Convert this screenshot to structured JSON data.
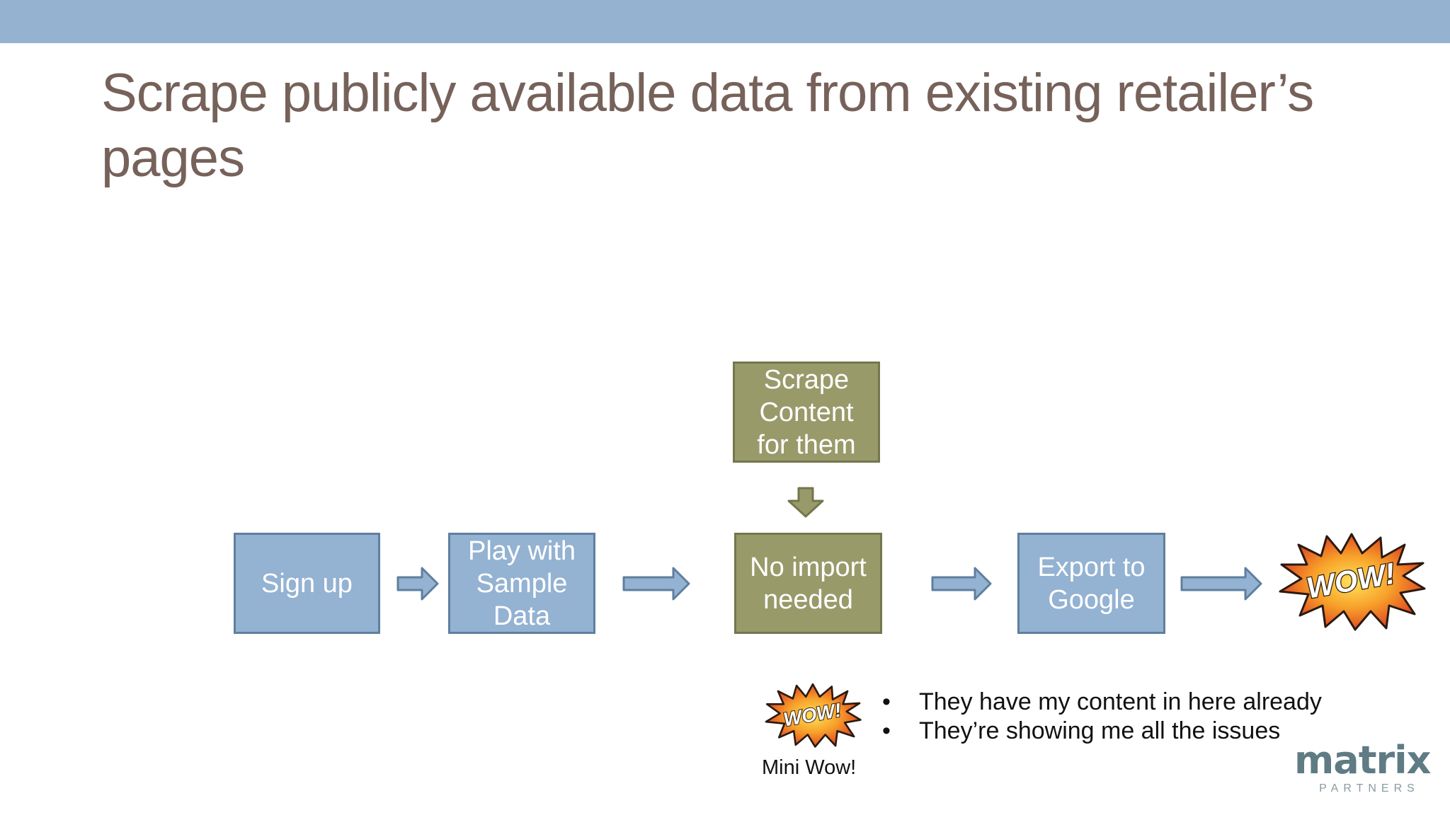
{
  "slide": {
    "title": "Scrape publicly available data from existing retailer’s pages"
  },
  "flow": {
    "sign_up": "Sign up",
    "play_with_sample_data": "Play with\nSample\nData",
    "no_import_needed": "No import\nneeded",
    "scrape_content": "Scrape\nContent\nfor them",
    "export_to_google": "Export to\nGoogle",
    "wow_label": "WOW!"
  },
  "mini_wow": {
    "burst_label": "WOW!",
    "caption": "Mini Wow!"
  },
  "bullets": [
    "They have my content in here already",
    "They’re showing me all the issues"
  ],
  "logo": {
    "name": "matrix",
    "sub": "PARTNERS"
  },
  "colors": {
    "top_bar": "#95b3d0",
    "title_text": "#76625a",
    "blue_box": "#94b2d2",
    "green_box": "#989a6a"
  }
}
